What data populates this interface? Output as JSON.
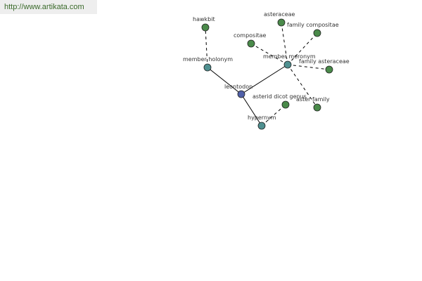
{
  "source_url": "http://www.artikata.com",
  "colors": {
    "center_node": "#5060a8",
    "relation_node": "#4f9090",
    "leaf_node": "#4a8a4a",
    "edge": "#000000",
    "url_text": "#3a6a2a"
  },
  "nodes": [
    {
      "id": "leontodon",
      "label": "leontodon",
      "kind": "center"
    },
    {
      "id": "member-holonym",
      "label": "member holonym",
      "kind": "relation"
    },
    {
      "id": "member-meronym",
      "label": "member meronym",
      "kind": "relation"
    },
    {
      "id": "hypernym",
      "label": "hypernym",
      "kind": "relation"
    },
    {
      "id": "hawkbit",
      "label": "hawkbit",
      "kind": "leaf"
    },
    {
      "id": "asteraceae",
      "label": "asteraceae",
      "kind": "leaf"
    },
    {
      "id": "family-compositae",
      "label": "family compositae",
      "kind": "leaf"
    },
    {
      "id": "compositae",
      "label": "compositae",
      "kind": "leaf"
    },
    {
      "id": "family-asteraceae",
      "label": "family asteraceae",
      "kind": "leaf"
    },
    {
      "id": "aster-family",
      "label": "aster family",
      "kind": "leaf"
    },
    {
      "id": "asterid-dicot-genus",
      "label": "asterid dicot genus",
      "kind": "leaf"
    }
  ],
  "edges": [
    {
      "from": "leontodon",
      "to": "member-holonym",
      "style": "solid"
    },
    {
      "from": "leontodon",
      "to": "member-meronym",
      "style": "solid"
    },
    {
      "from": "leontodon",
      "to": "hypernym",
      "style": "solid"
    },
    {
      "from": "member-holonym",
      "to": "hawkbit",
      "style": "dashed"
    },
    {
      "from": "member-meronym",
      "to": "asteraceae",
      "style": "dashed"
    },
    {
      "from": "member-meronym",
      "to": "family-compositae",
      "style": "dashed"
    },
    {
      "from": "member-meronym",
      "to": "compositae",
      "style": "dashed"
    },
    {
      "from": "member-meronym",
      "to": "family-asteraceae",
      "style": "dashed"
    },
    {
      "from": "member-meronym",
      "to": "aster-family",
      "style": "dashed"
    },
    {
      "from": "hypernym",
      "to": "asterid-dicot-genus",
      "style": "dashed"
    }
  ]
}
